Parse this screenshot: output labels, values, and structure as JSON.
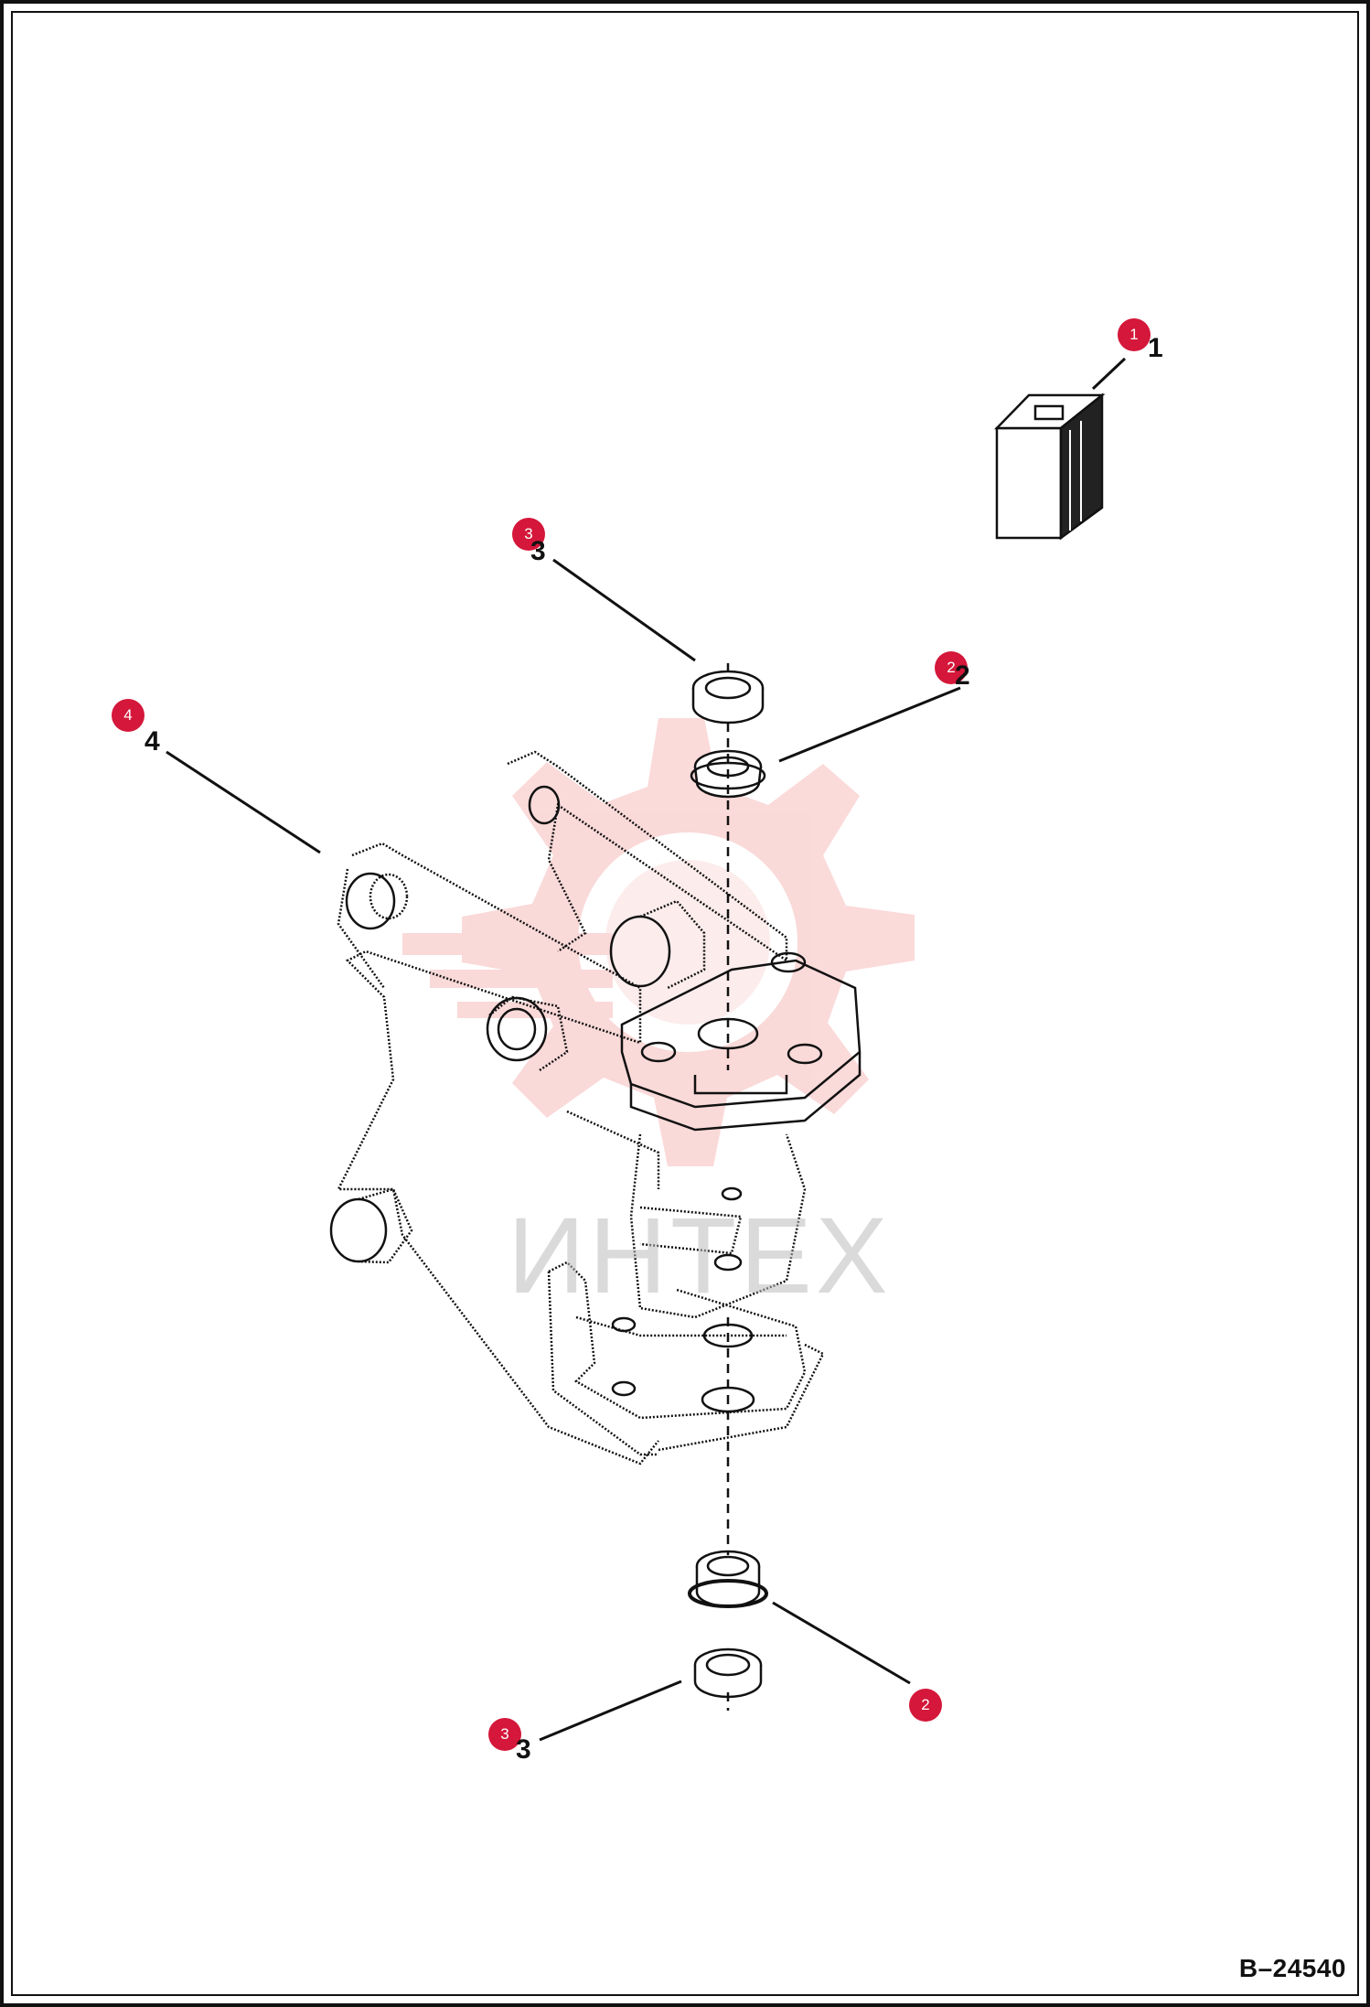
{
  "callouts": [
    {
      "id": "callout-1",
      "badge": "1",
      "label": "1"
    },
    {
      "id": "callout-2-top",
      "badge": "2",
      "label": "2"
    },
    {
      "id": "callout-3-top",
      "badge": "3",
      "label": "3"
    },
    {
      "id": "callout-4",
      "badge": "4",
      "label": "4"
    },
    {
      "id": "callout-2-bottom",
      "badge": "2",
      "label": "2"
    },
    {
      "id": "callout-3-bottom",
      "badge": "3",
      "label": "3"
    }
  ],
  "watermark": {
    "text": "ИНТЕХ",
    "color": "#f4a6a6"
  },
  "drawing_number": "B–24540",
  "colors": {
    "badge": "#d4173a",
    "line": "#111111"
  }
}
